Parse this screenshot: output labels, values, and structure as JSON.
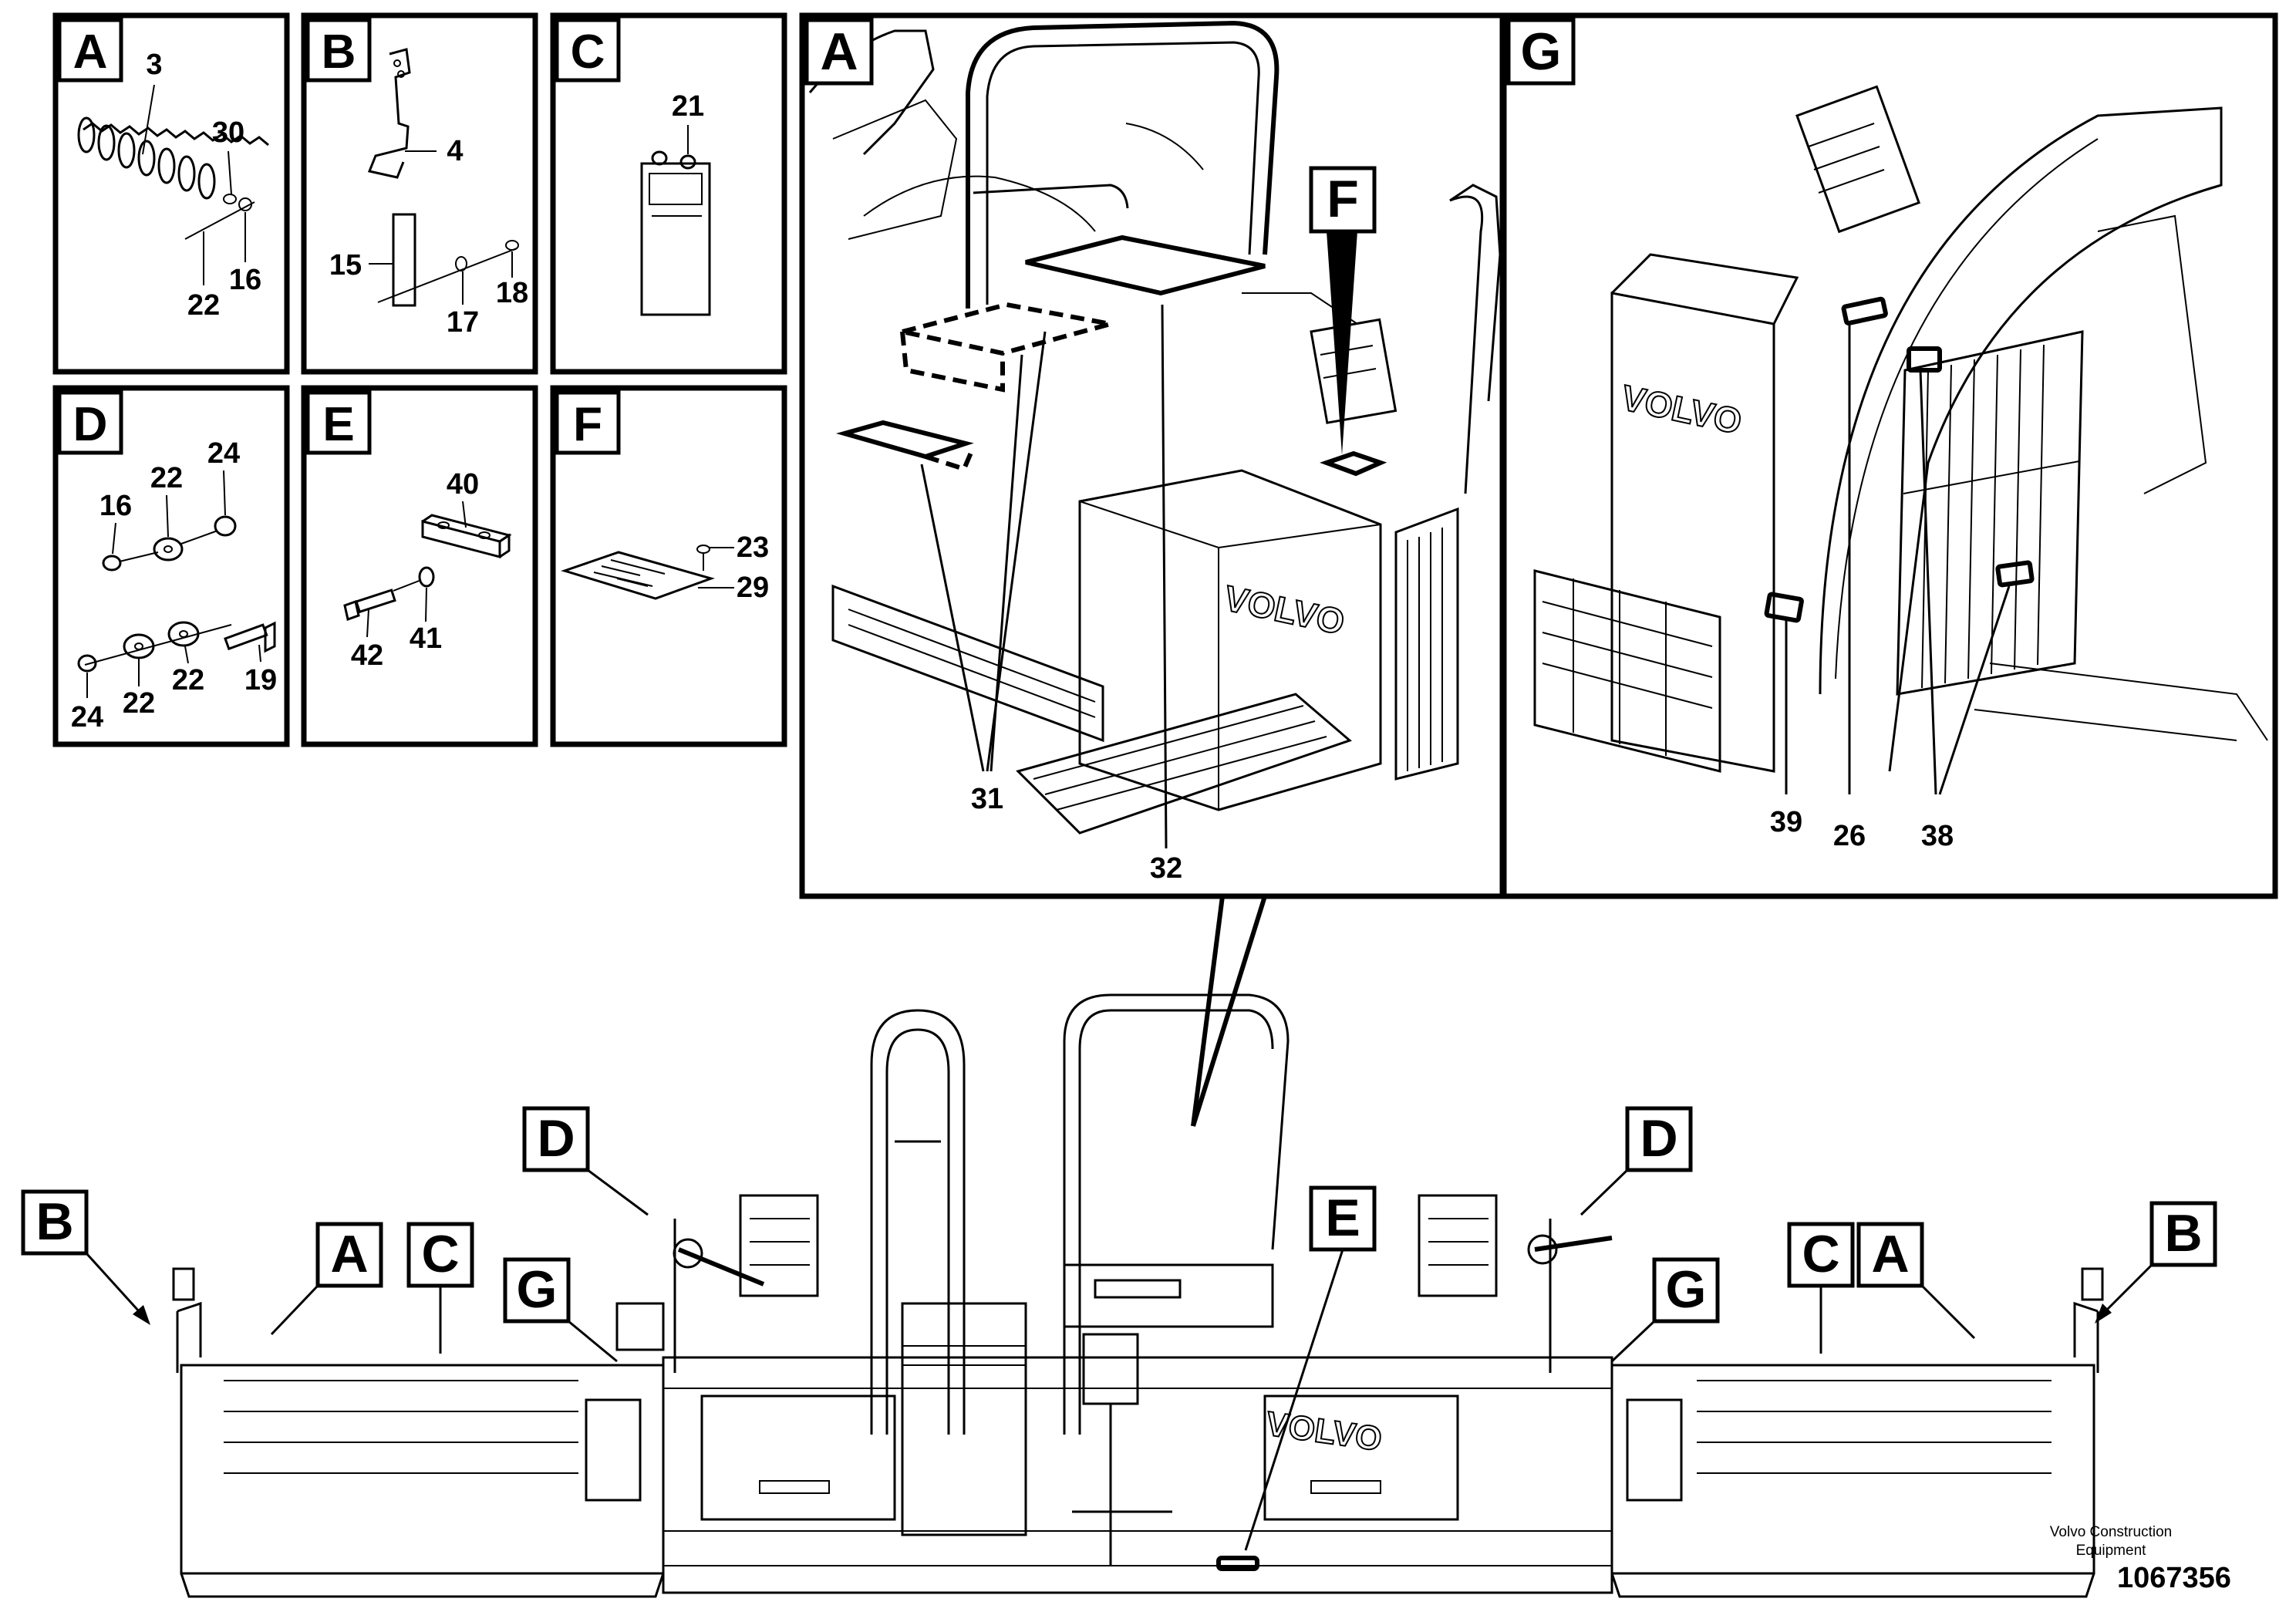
{
  "detail_views": [
    {
      "letter": "A",
      "callouts": [
        "3",
        "30",
        "16",
        "22"
      ]
    },
    {
      "letter": "B",
      "callouts": [
        "4",
        "15",
        "17",
        "18"
      ]
    },
    {
      "letter": "C",
      "callouts": [
        "21"
      ]
    },
    {
      "letter": "D",
      "callouts": [
        "24",
        "22",
        "16",
        "19",
        "22",
        "22",
        "24"
      ]
    },
    {
      "letter": "E",
      "callouts": [
        "40",
        "42",
        "41"
      ]
    },
    {
      "letter": "F",
      "callouts": [
        "23",
        "29"
      ]
    }
  ],
  "large_views": {
    "A": {
      "letter": "A",
      "inset_letter": "F",
      "callouts": [
        "31",
        "32"
      ],
      "brand": "VOLVO"
    },
    "G": {
      "letter": "G",
      "callouts": [
        "39",
        "26",
        "38"
      ],
      "brand": "VOLVO"
    }
  },
  "overview": {
    "brand": "VOLVO",
    "view_tags": [
      "B",
      "A",
      "C",
      "G",
      "D",
      "E",
      "D",
      "G",
      "C",
      "A",
      "B"
    ]
  },
  "footer": {
    "credit_line1": "Volvo Construction",
    "credit_line2": "Equipment",
    "part_number": "1067356"
  }
}
